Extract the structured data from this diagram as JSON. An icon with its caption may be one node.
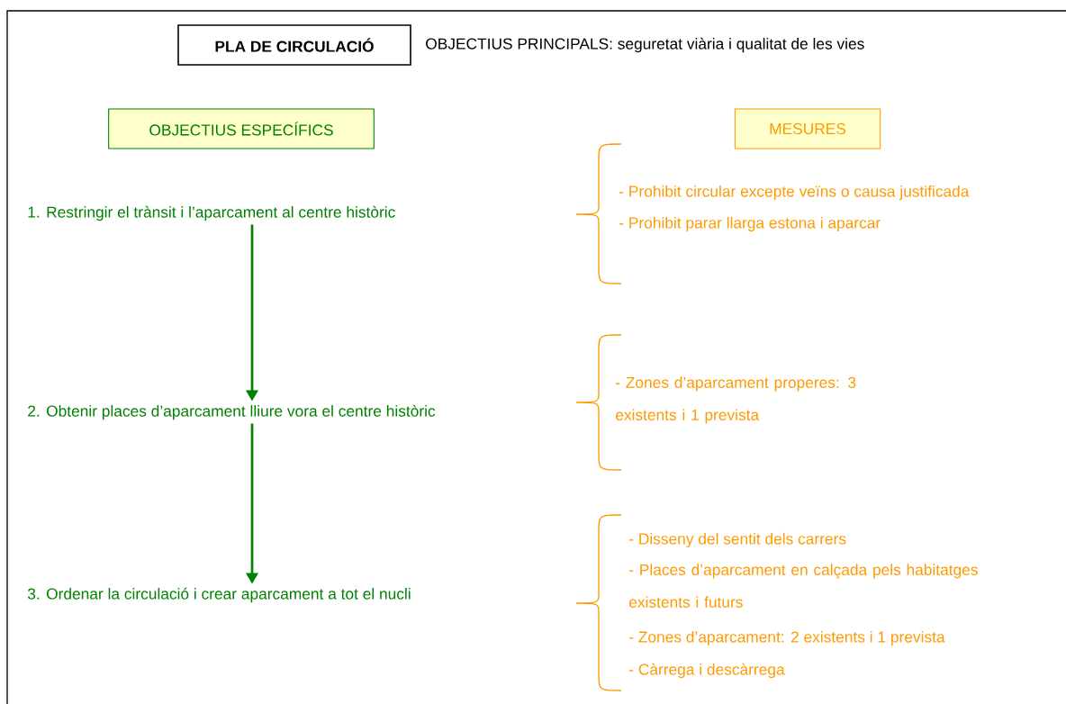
{
  "diagram": {
    "nodes": [
      {
        "text": [
          "PLA DE CIRCULACIÓ"
        ]
      },
      {
        "text": [
          "OBJECTIUS ESPECÍFICS"
        ]
      },
      {
        "text": [
          "MESURES"
        ]
      },
      {
        "text": [
          "1. Restringir el trànsit i l’aparcament al centre històric"
        ]
      },
      {
        "text": [
          "2. Obtenir places d’aparcament lliure vora el centre històric"
        ]
      },
      {
        "text": [
          "3. Ordenar la circulació i crear aparcament a tot el nucli"
        ]
      }
    ],
    "edges": [
      {
        "from": 3,
        "to": 4,
        "arrow": "to"
      },
      {
        "from": 4,
        "to": 5,
        "arrow": "to"
      }
    ],
    "labels": [
      "OBJECTIUS PRINCIPALS: seguretat viària i qualitat de les vies",
      "- Prohibit circular excepte veïns o causa justificada",
      "- Prohibit parar llarga estona i aparcar",
      "- Zones d’aparcament properes: 3 existents i 1 prevista",
      "- Disseny del sentit dels carrers",
      "- Places d’aparcament en calçada pels habitatges existents i futurs",
      "- Zones d’aparcament: 2 existents i 1 prevista",
      "- Càrrega i descàrrega"
    ]
  }
}
